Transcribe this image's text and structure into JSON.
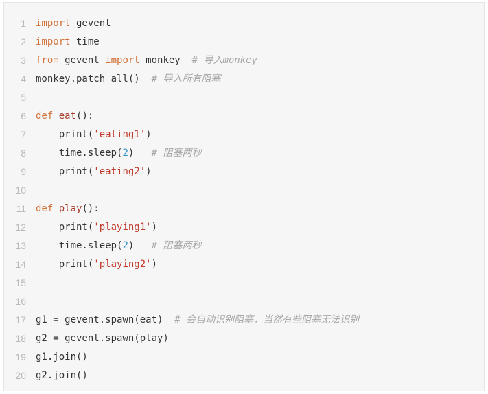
{
  "code_block": {
    "lines": [
      {
        "n": "1",
        "tokens": [
          {
            "t": "import",
            "c": "kw"
          },
          {
            "t": " gevent",
            "c": "pl"
          }
        ]
      },
      {
        "n": "2",
        "tokens": [
          {
            "t": "import",
            "c": "kw"
          },
          {
            "t": " time",
            "c": "pl"
          }
        ]
      },
      {
        "n": "3",
        "tokens": [
          {
            "t": "from",
            "c": "kw"
          },
          {
            "t": " gevent ",
            "c": "pl"
          },
          {
            "t": "import",
            "c": "kw"
          },
          {
            "t": " monkey  ",
            "c": "pl"
          },
          {
            "t": "# 导入monkey",
            "c": "cm"
          }
        ]
      },
      {
        "n": "4",
        "tokens": [
          {
            "t": "monkey.patch_all()  ",
            "c": "pl"
          },
          {
            "t": "# 导入所有阻塞",
            "c": "cm"
          }
        ]
      },
      {
        "n": "5",
        "tokens": []
      },
      {
        "n": "6",
        "tokens": [
          {
            "t": "def",
            "c": "kw"
          },
          {
            "t": " ",
            "c": "pl"
          },
          {
            "t": "eat",
            "c": "fn"
          },
          {
            "t": "():",
            "c": "pl"
          }
        ]
      },
      {
        "n": "7",
        "tokens": [
          {
            "t": "    print(",
            "c": "pl"
          },
          {
            "t": "'eating1'",
            "c": "str"
          },
          {
            "t": ")",
            "c": "pl"
          }
        ]
      },
      {
        "n": "8",
        "tokens": [
          {
            "t": "    time.sleep(",
            "c": "pl"
          },
          {
            "t": "2",
            "c": "num"
          },
          {
            "t": ")   ",
            "c": "pl"
          },
          {
            "t": "# 阻塞两秒",
            "c": "cm"
          }
        ]
      },
      {
        "n": "9",
        "tokens": [
          {
            "t": "    print(",
            "c": "pl"
          },
          {
            "t": "'eating2'",
            "c": "str"
          },
          {
            "t": ")",
            "c": "pl"
          }
        ]
      },
      {
        "n": "10",
        "tokens": []
      },
      {
        "n": "11",
        "tokens": [
          {
            "t": "def",
            "c": "kw"
          },
          {
            "t": " ",
            "c": "pl"
          },
          {
            "t": "play",
            "c": "fn"
          },
          {
            "t": "():",
            "c": "pl"
          }
        ]
      },
      {
        "n": "12",
        "tokens": [
          {
            "t": "    print(",
            "c": "pl"
          },
          {
            "t": "'playing1'",
            "c": "str"
          },
          {
            "t": ")",
            "c": "pl"
          }
        ]
      },
      {
        "n": "13",
        "tokens": [
          {
            "t": "    time.sleep(",
            "c": "pl"
          },
          {
            "t": "2",
            "c": "num"
          },
          {
            "t": ")   ",
            "c": "pl"
          },
          {
            "t": "# 阻塞两秒",
            "c": "cm"
          }
        ]
      },
      {
        "n": "14",
        "tokens": [
          {
            "t": "    print(",
            "c": "pl"
          },
          {
            "t": "'playing2'",
            "c": "str"
          },
          {
            "t": ")",
            "c": "pl"
          }
        ]
      },
      {
        "n": "15",
        "tokens": []
      },
      {
        "n": "16",
        "tokens": []
      },
      {
        "n": "17",
        "tokens": [
          {
            "t": "g1 = gevent.spawn(eat)  ",
            "c": "pl"
          },
          {
            "t": "# 会自动识别阻塞，当然有些阻塞无法识别",
            "c": "cm"
          }
        ]
      },
      {
        "n": "18",
        "tokens": [
          {
            "t": "g2 = gevent.spawn(play)",
            "c": "pl"
          }
        ]
      },
      {
        "n": "19",
        "tokens": [
          {
            "t": "g1.join()",
            "c": "pl"
          }
        ]
      },
      {
        "n": "20",
        "tokens": [
          {
            "t": "g2.join()",
            "c": "pl"
          }
        ]
      }
    ]
  },
  "colors": {
    "background": "#f6f6f6",
    "border": "#e6e6e6",
    "line_number": "#b9b9b9",
    "keyword": "#d2733a",
    "function_name": "#a83c2a",
    "string": "#c0392b",
    "number": "#2b8fc2",
    "comment": "#a6a6a6",
    "plain": "#333333"
  }
}
